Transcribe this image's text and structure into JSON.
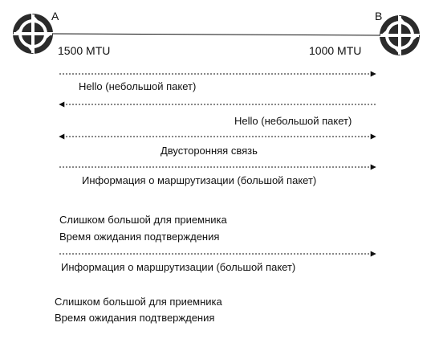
{
  "routers": {
    "a": {
      "label": "A",
      "mtu": "1500 MTU",
      "icon": "router-icon"
    },
    "b": {
      "label": "B",
      "mtu": "1000 MTU",
      "icon": "router-icon"
    }
  },
  "messages": [
    {
      "direction": "a-to-b",
      "label": "Hello (небольшой пакет)"
    },
    {
      "direction": "b-to-a",
      "label": "Hello (небольшой пакет)"
    },
    {
      "direction": "both",
      "label": "Двусторонняя связь"
    },
    {
      "direction": "a-to-b",
      "label": "Информация о маршрутизации (большой пакет)"
    },
    {
      "direction": "a-to-b",
      "label": "Информация о маршрутизации (большой пакет)"
    }
  ],
  "notes": [
    {
      "lines": [
        "Слишком большой для приемника",
        "Время ожидания подтверждения"
      ]
    },
    {
      "lines": [
        "Слишком большой для приемника",
        "Время ожидания подтверждения"
      ]
    }
  ],
  "colors": {
    "router_fill": "#2b2b2b",
    "line": "#111111",
    "text": "#111111"
  }
}
